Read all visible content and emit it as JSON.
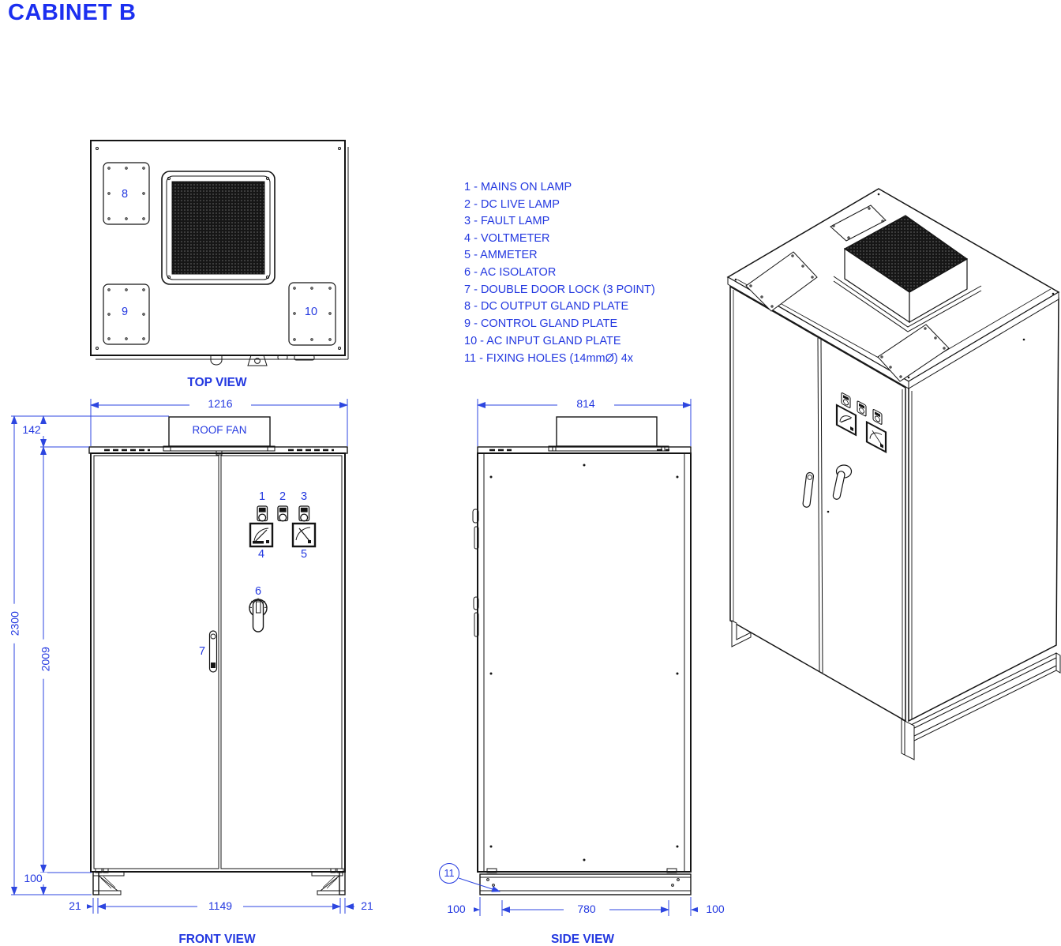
{
  "title": "CABINET B",
  "legend": {
    "items": [
      "1 - MAINS ON LAMP",
      "2 - DC LIVE LAMP",
      "3 - FAULT LAMP",
      "4 - VOLTMETER",
      "5 - AMMETER",
      "6 - AC ISOLATOR",
      "7 - DOUBLE DOOR LOCK (3 POINT)",
      "8 - DC OUTPUT GLAND PLATE",
      "9 - CONTROL GLAND PLATE",
      "10 - AC INPUT GLAND PLATE",
      "11 - FIXING HOLES (14mmØ) 4x"
    ]
  },
  "views": {
    "top": {
      "label": "TOP VIEW"
    },
    "front": {
      "label": "FRONT VIEW",
      "roof_fan_label": "ROOF FAN"
    },
    "side": {
      "label": "SIDE VIEW"
    }
  },
  "callouts": {
    "c1": "1",
    "c2": "2",
    "c3": "3",
    "c4": "4",
    "c5": "5",
    "c6": "6",
    "c7": "7",
    "c8": "8",
    "c9": "9",
    "c10": "10",
    "c11": "11"
  },
  "dimensions": {
    "front": {
      "width": "1216",
      "fan_height": "142",
      "overall_height": "2300",
      "door_height": "2009",
      "plinth_height": "100",
      "left_margin": "21",
      "base_width": "1149",
      "right_margin": "21"
    },
    "side": {
      "width": "814",
      "front_inset": "100",
      "hole_spacing": "780",
      "rear_inset": "100"
    }
  },
  "colors": {
    "annotation_blue": "#2338e0",
    "dimension_blue": "#2d46e0",
    "title_blue": "#1b2ff0",
    "line_black": "#141414"
  }
}
